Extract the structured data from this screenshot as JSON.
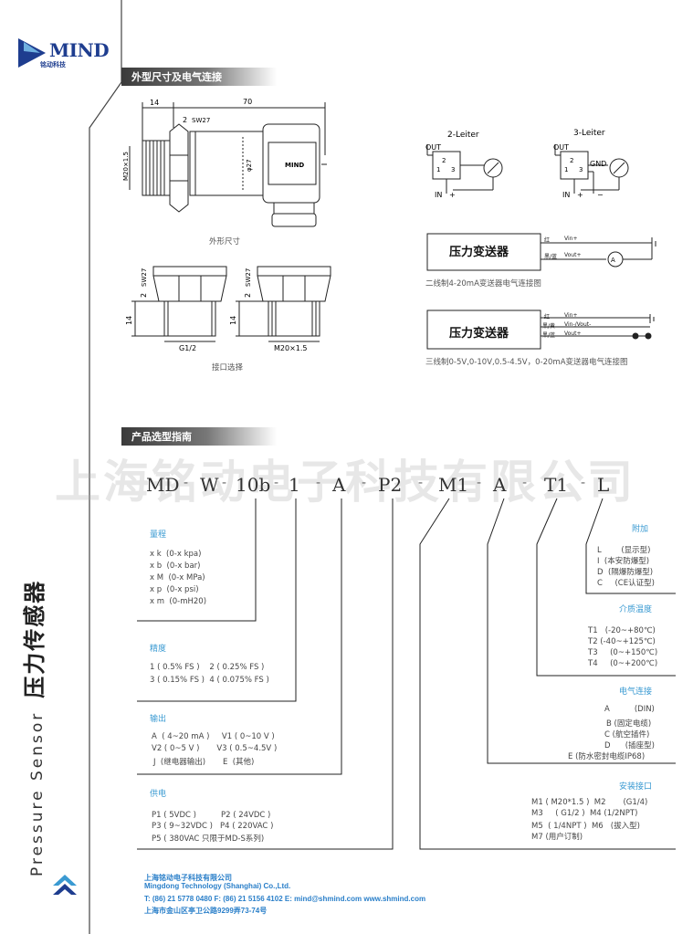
{
  "logo": {
    "name": "MIND",
    "sub": "铭动科技"
  },
  "sidebar_title": {
    "cn": "压力传感器",
    "en": "Pressure Sensor"
  },
  "section1": {
    "title": "外型尺寸及电气连接"
  },
  "section2": {
    "title": "产品选型指南"
  },
  "dims": {
    "d14": "14",
    "d70": "70",
    "d2": "2",
    "sw": "SW27",
    "thread": "M20×1.5",
    "dia": "φ27",
    "brand": "MIND",
    "gauge_tag": "G1/2",
    "gauge_tag2": "M20×1.5",
    "d2b": "2",
    "d14b": "14",
    "d2c": "2",
    "d14c": "14",
    "sw2": "SW27",
    "sw3": "SW27"
  },
  "captions": {
    "outline": "外形尺寸",
    "port": "接口选择",
    "two_wire": "二线制4-20mA变送器电气连接图",
    "three_wire": "三线制0-5V,0-10V,0.5-4.5V，0-20mA变送器电气连接图"
  },
  "wiring": {
    "two_title": "2-Leiter",
    "three_title": "3-Leiter",
    "out": "OUT",
    "in": "IN",
    "plus": "+",
    "minus": "−",
    "gnd": "GND",
    "pin1": "1",
    "pin2": "2",
    "pin3": "3",
    "box_label": "压力变送器",
    "w1": "红",
    "w1v": "Vin+",
    "w2": "黑/蓝",
    "w2v": "Vout+",
    "w3": "红",
    "w3v": "Vin+",
    "w4": "黑/黄",
    "w4v": "Vin-/Vout-",
    "w5": "黑/蓝",
    "w5v": "Vout+",
    "meter": "A"
  },
  "code_parts": [
    "MD",
    "W",
    "10b",
    "1",
    "A",
    "P2",
    "M1",
    "A",
    "T1",
    "L"
  ],
  "dash": "-",
  "watermark": "上海铭动电子科技有限公司",
  "groups": {
    "range": {
      "title": "量程",
      "lines": [
        "x k  (0-x kpa)",
        "x b  (0-x bar)",
        "x M  (0-x MPa)",
        "x p  (0-x psi)",
        "x m  (0-mH20)"
      ]
    },
    "accuracy": {
      "title": "精度",
      "lines": [
        "1 ( 0.5% FS )    2 ( 0.25% FS )",
        "3 ( 0.15% FS )  4 ( 0.075% FS )"
      ]
    },
    "output": {
      "title": "输出",
      "lines": [
        "A  ( 4~20 mA )     V1 ( 0~10 V )",
        "V2 ( 0~5 V )       V3 ( 0.5~4.5V )",
        "J  (继电器输出)       E  (其他)"
      ]
    },
    "supply": {
      "title": "供电",
      "lines": [
        "P1 ( 5VDC )          P2 ( 24VDC )",
        "P3 ( 9~32VDC )   P4 ( 220VAC )",
        "P5 ( 380VAC 只限于MD-S系列)"
      ]
    },
    "extra": {
      "title": "附加",
      "lines": [
        "L        (显示型)",
        "I  (本安防爆型)",
        "D  (隔爆防爆型)",
        "C     (CE认证型)"
      ]
    },
    "medium": {
      "title": "介质温度",
      "lines": [
        "T1   (-20~+80℃)",
        "T2 (-40~+125℃)",
        "T3     (0~+150℃)",
        "T4     (0~+200℃)"
      ]
    },
    "elec": {
      "title": "电气连接",
      "lines": [
        "A          (DIN)",
        "B (固定电缆)",
        "C (航空插件)",
        "D      (插座型)",
        "E (防水密封电缆IP68)"
      ]
    },
    "mount": {
      "title": "安装接口",
      "lines": [
        "M1 ( M20*1.5 )  M2       (G1/4)",
        "M3     ( G1/2 )  M4 (1/2NPT)",
        "M5  ( 1/4NPT )  M6   (拔入型)",
        "M7 (用户订制)"
      ]
    }
  },
  "footer": {
    "l1": "上海铭动电子科技有限公司",
    "l2": "Mingdong Technology (Shanghai) Co.,Ltd.",
    "l3": "T: (86) 21 5778 0480   F: (86) 21 5156 4102   E: mind@shmind.com   www.shmind.com",
    "l4": "上海市金山区亭卫公路9299弄73-74号"
  },
  "colors": {
    "brand": "#1e3d8f",
    "accent": "#3a9ad2",
    "footer": "#2a7fc9"
  }
}
